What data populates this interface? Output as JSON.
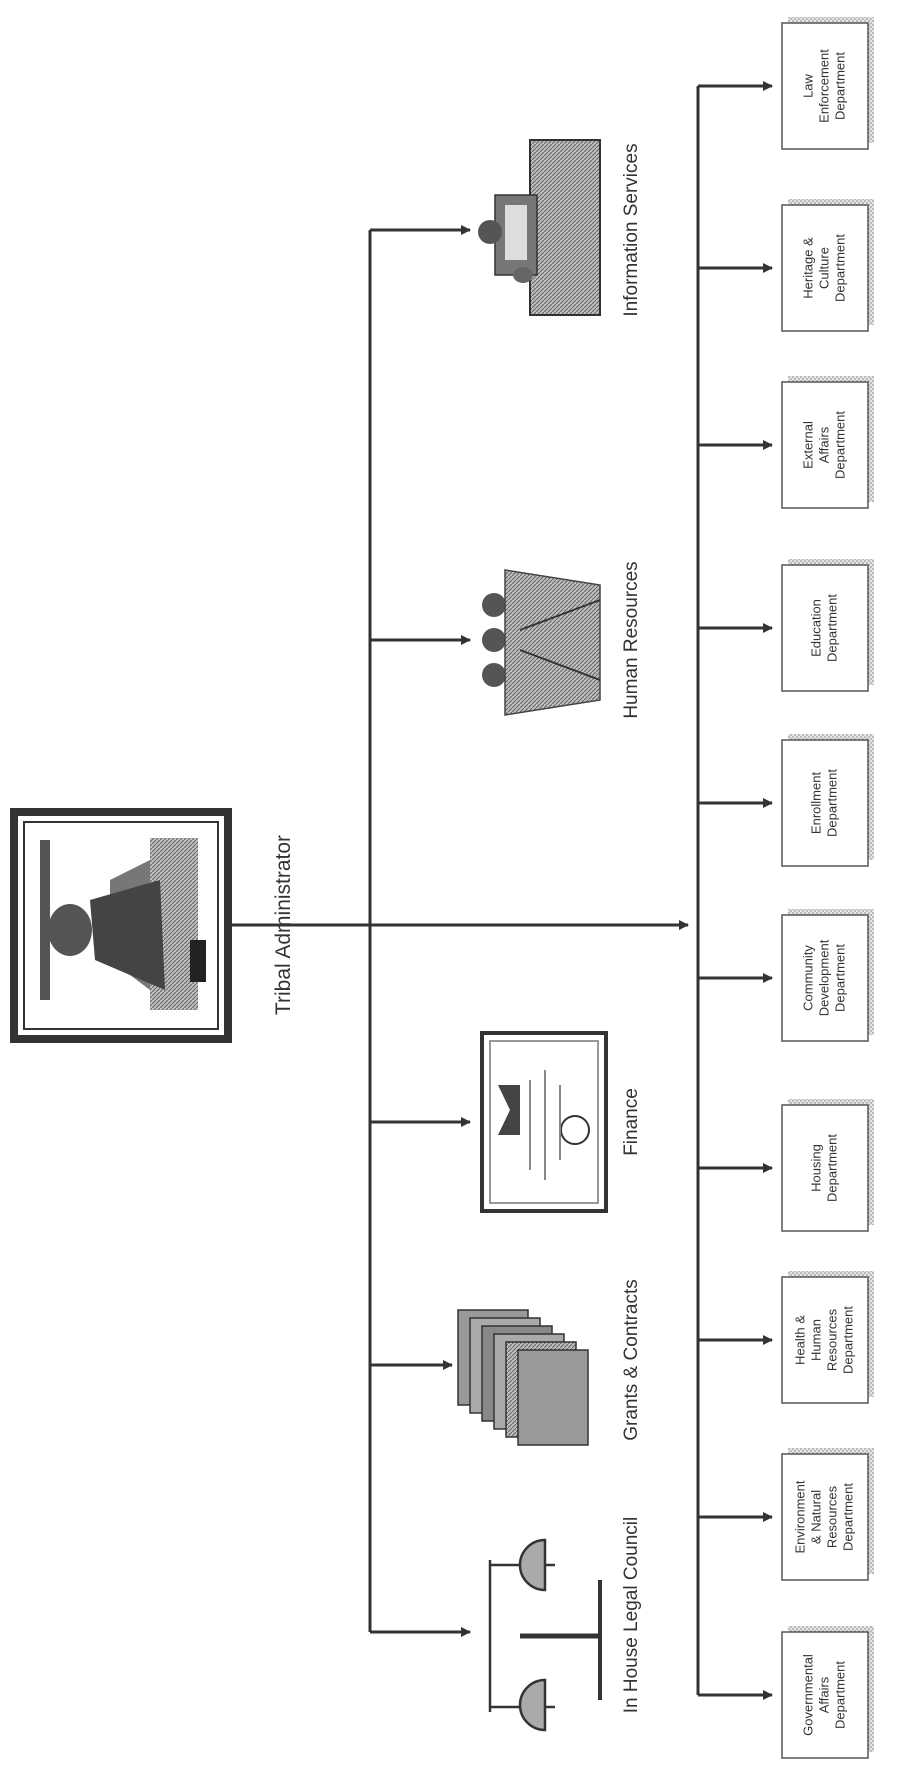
{
  "administrator": {
    "title": "Tribal Administrator"
  },
  "support_units": [
    {
      "label": "In House Legal Council",
      "icon": "scales-icon"
    },
    {
      "label": "Grants & Contracts",
      "icon": "documents-icon"
    },
    {
      "label": "Finance",
      "icon": "certificate-icon"
    },
    {
      "label": "Human Resources",
      "icon": "people-icon"
    },
    {
      "label": "Information Services",
      "icon": "computer-desk-icon"
    }
  ],
  "departments": [
    {
      "lines": [
        "Governmental",
        "Affairs",
        "Department"
      ]
    },
    {
      "lines": [
        "Environment",
        "& Natural",
        "Resources",
        "Department"
      ]
    },
    {
      "lines": [
        "Health &",
        "Human",
        "Resources",
        "Department"
      ]
    },
    {
      "lines": [
        "Housing",
        "Department"
      ]
    },
    {
      "lines": [
        "Community",
        "Development",
        "Department"
      ]
    },
    {
      "lines": [
        "Enrollment",
        "Department"
      ]
    },
    {
      "lines": [
        "Education",
        "Department"
      ]
    },
    {
      "lines": [
        "External",
        "Affairs",
        "Department"
      ]
    },
    {
      "lines": [
        "Heritage &",
        "Culture",
        "Department"
      ]
    },
    {
      "lines": [
        "Law",
        "Enforcement",
        "Department"
      ]
    }
  ],
  "colors": {
    "line": "#333333",
    "box_border": "#555555",
    "box_shadow": "#bbbbbb"
  }
}
